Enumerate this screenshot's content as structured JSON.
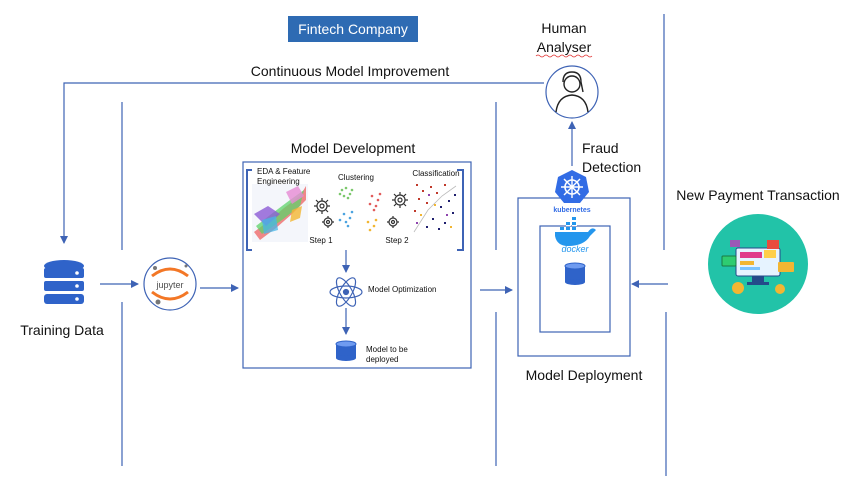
{
  "title": "Fintech Company",
  "labels": {
    "human_analyser": [
      "Human",
      "Analyser"
    ],
    "continuous_improvement": "Continuous Model Improvement",
    "model_development": "Model Development",
    "fraud_detection": [
      "Fraud",
      "Detection"
    ],
    "new_payment": "New Payment Transaction",
    "training_data": "Training Data",
    "model_deployment": "Model Deployment",
    "eda": [
      "EDA & Feature",
      "Engineering"
    ],
    "clustering": "Clustering",
    "classification": "Classification",
    "step1": "Step 1",
    "step2": "Step 2",
    "model_optimization": "Model Optimization",
    "model_to_deploy": [
      "Model  to be",
      "deployed"
    ],
    "jupyter": "jupyter",
    "kubernetes": "kubernetes",
    "docker": "docker"
  },
  "colors": {
    "line": "#3e63b5",
    "badge": "#2e6bb3",
    "db": "#2f63c9",
    "teal": "#22c3a8",
    "orange": "#f37726"
  },
  "icons": [
    "database-icon",
    "jupyter-logo",
    "person-icon",
    "kubernetes-logo",
    "docker-logo",
    "atom-icon",
    "gear-icon",
    "payment-icon"
  ]
}
